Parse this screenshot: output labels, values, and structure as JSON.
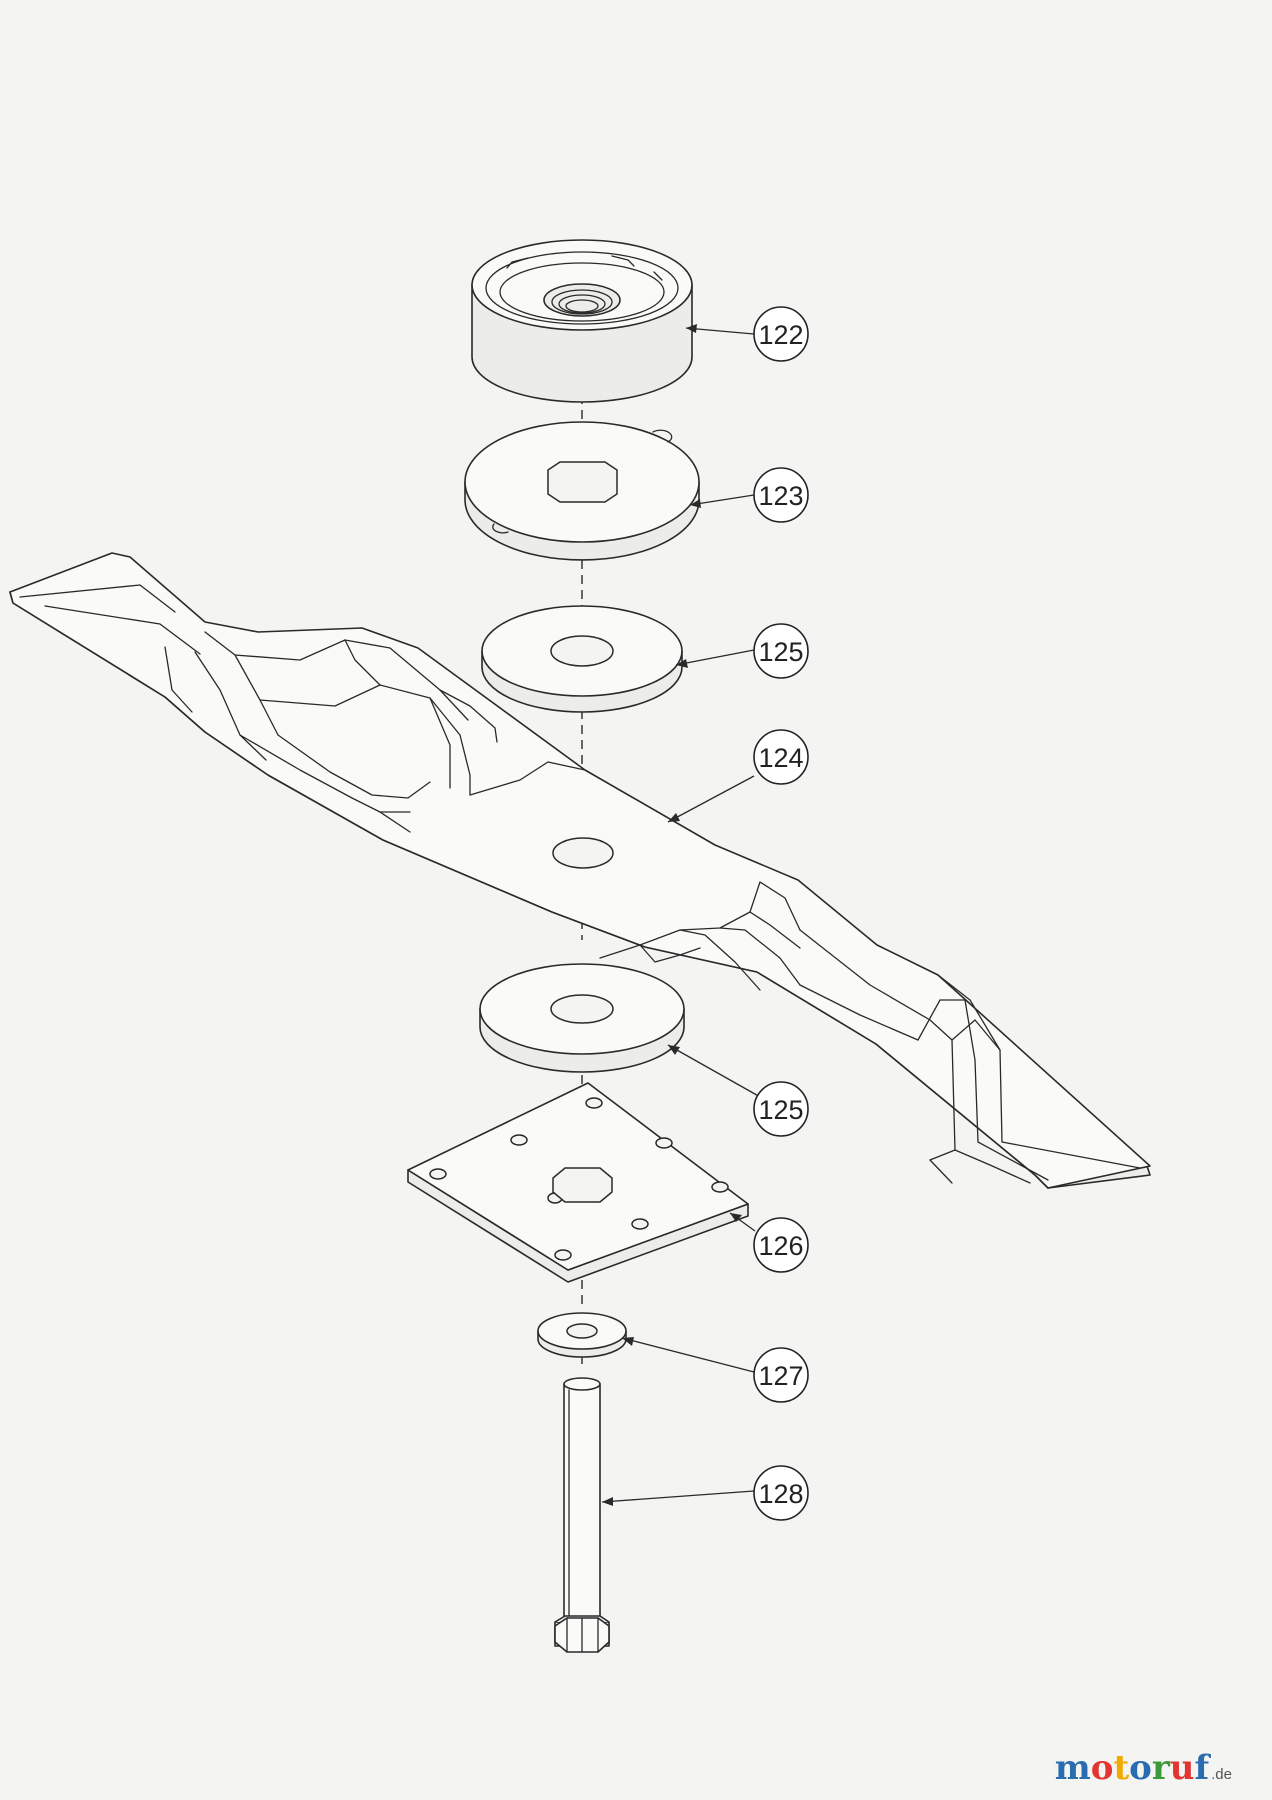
{
  "callouts": [
    {
      "id": "122",
      "label": "122",
      "part": "blade-adapter-cup"
    },
    {
      "id": "123",
      "label": "123",
      "part": "keyed-washer"
    },
    {
      "id": "124",
      "label": "124",
      "part": "mower-blade"
    },
    {
      "id": "125a",
      "label": "125",
      "part": "flat-washer-upper"
    },
    {
      "id": "125b",
      "label": "125",
      "part": "flat-washer-lower"
    },
    {
      "id": "126",
      "label": "126",
      "part": "mounting-plate"
    },
    {
      "id": "127",
      "label": "127",
      "part": "small-washer"
    },
    {
      "id": "128",
      "label": "128",
      "part": "hex-bolt"
    }
  ],
  "watermark": {
    "letters": [
      "m",
      "o",
      "t",
      "o",
      "r",
      "u",
      "f"
    ],
    "colors": [
      "#2a6cb0",
      "#e3342f",
      "#f2a900",
      "#2a6cb0",
      "#3a9a3a",
      "#e3342f",
      "#2a6cb0"
    ],
    "suffix": ".de"
  }
}
